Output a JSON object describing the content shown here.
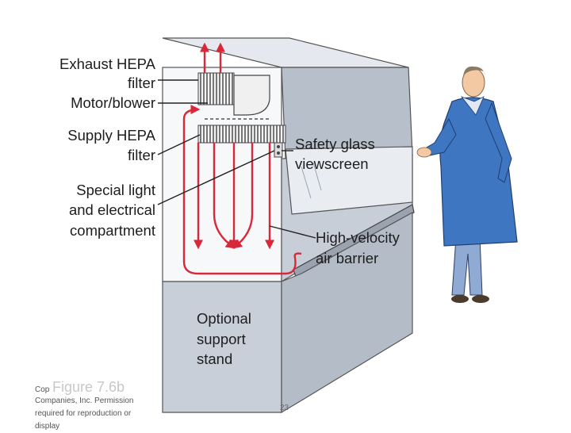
{
  "labels": {
    "exhaust_line1": "Exhaust HEPA",
    "exhaust_line2": "filter",
    "motor": "Motor/blower",
    "supply_line1": "Supply HEPA",
    "supply_line2": "filter",
    "special_line1": "Special light",
    "special_line2": "and electrical",
    "special_line3": "compartment",
    "safety_line1": "Safety glass",
    "safety_line2": "viewscreen",
    "barrier_line1": "High-velocity",
    "barrier_line2": "air barrier",
    "stand_line1": "Optional",
    "stand_line2": "support",
    "stand_line3": "stand"
  },
  "caption": {
    "figure": "Figure 7.6b",
    "copyright_fragment": "Cop",
    "copyright_rest": "Companies, Inc. Permission required for reproduction or display"
  },
  "page_number": "23",
  "colors": {
    "cabinet_front": "#cfd5de",
    "cabinet_side": "#b7bfcb",
    "cabinet_top": "#e5e9ef",
    "airflow_arrows": "#d9283a",
    "coat": "#3f76c1",
    "pants": "#8faad3"
  }
}
